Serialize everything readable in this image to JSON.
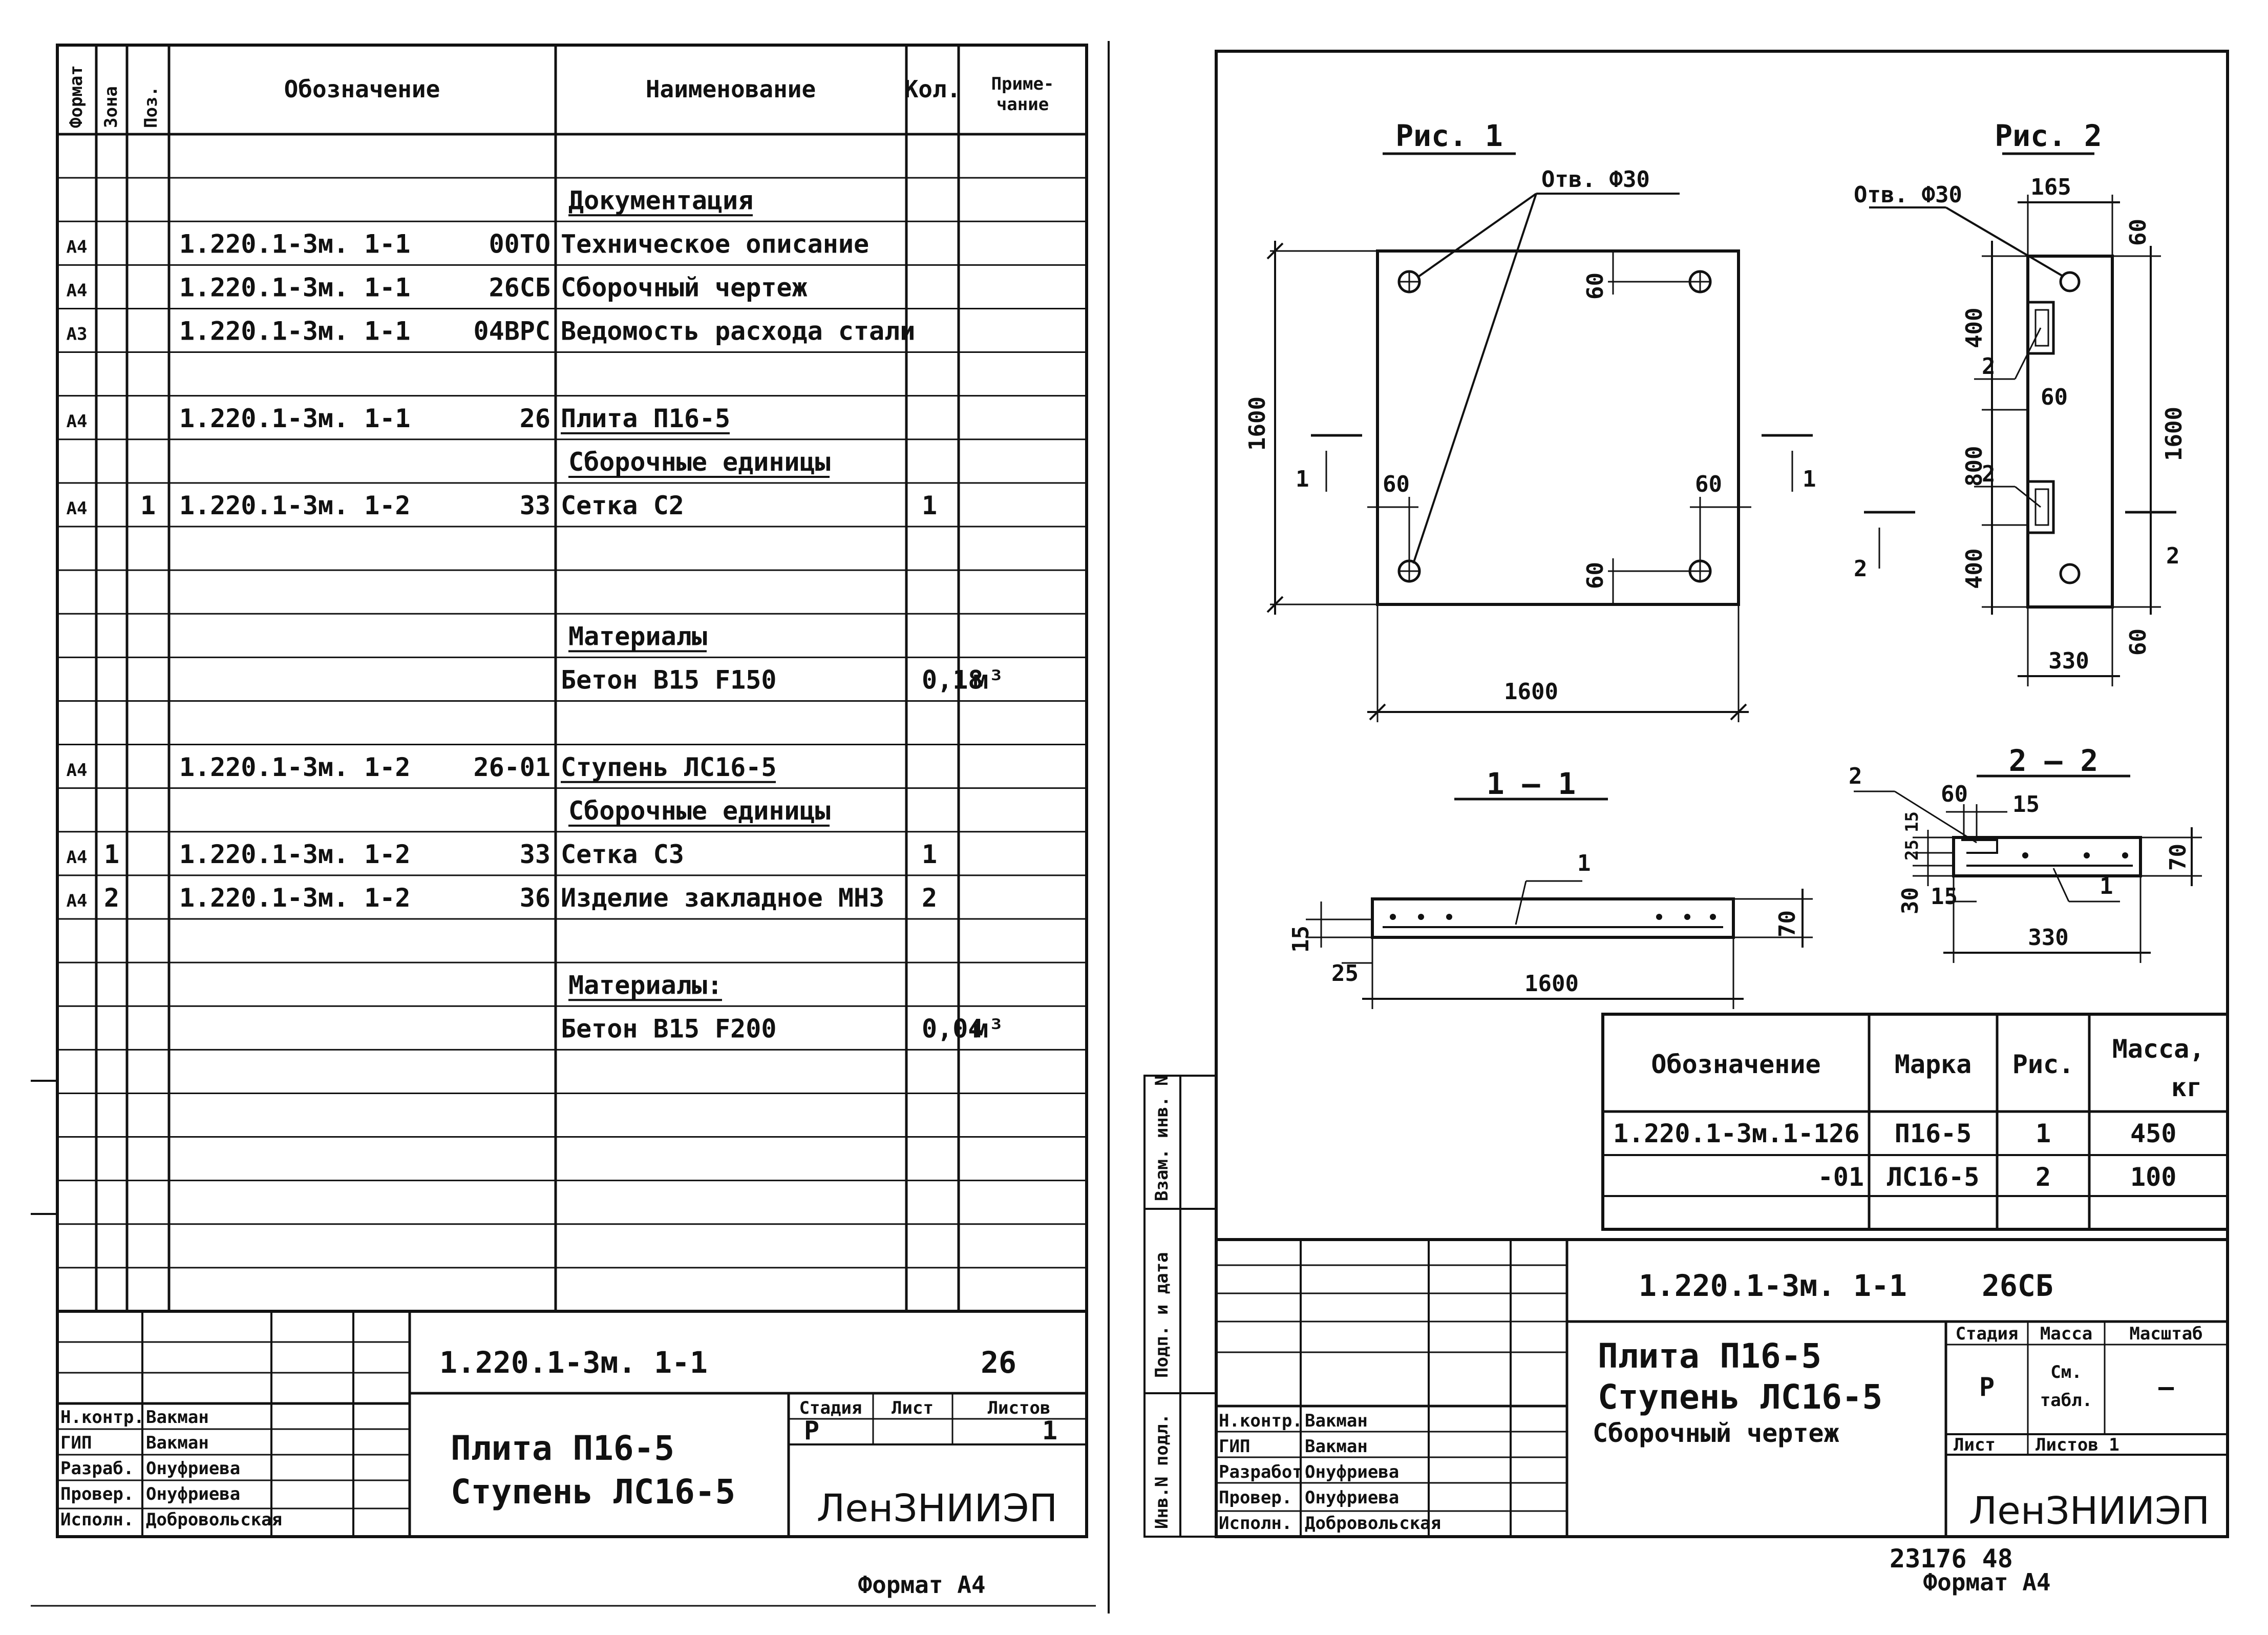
{
  "left_sheet": {
    "spec_headers": {
      "format": "Формат",
      "zone": "Зона",
      "pos": "Поз.",
      "designation": "Обозначение",
      "name": "Наименование",
      "qty": "Кол.",
      "note": "Приме-чание",
      "note_l1": "Приме-",
      "note_l2": "чание"
    },
    "spec_rows": [
      {
        "format": "",
        "zone": "",
        "pos": "",
        "designation": "",
        "code": "",
        "name": "",
        "qty": "",
        "note": ""
      },
      {
        "format": "",
        "zone": "",
        "pos": "",
        "designation": "",
        "code": "",
        "name": "Документация",
        "qty": "",
        "note": ""
      },
      {
        "format": "А4",
        "zone": "",
        "pos": "",
        "designation": "1.220.1-3м. 1-1",
        "code": "00ТО",
        "name": "Техническое описание",
        "qty": "",
        "note": ""
      },
      {
        "format": "А4",
        "zone": "",
        "pos": "",
        "designation": "1.220.1-3м. 1-1",
        "code": "26СБ",
        "name": "Сборочный чертеж",
        "qty": "",
        "note": ""
      },
      {
        "format": "А3",
        "zone": "",
        "pos": "",
        "designation": "1.220.1-3м. 1-1",
        "code": "04ВРС",
        "name": "Ведомость расхода стали",
        "qty": "",
        "note": ""
      },
      {
        "format": "",
        "zone": "",
        "pos": "",
        "designation": "",
        "code": "",
        "name": "",
        "qty": "",
        "note": ""
      },
      {
        "format": "А4",
        "zone": "",
        "pos": "",
        "designation": "1.220.1-3м. 1-1",
        "code": "26",
        "name": "Плита П16-5",
        "qty": "",
        "note": ""
      },
      {
        "format": "",
        "zone": "",
        "pos": "",
        "designation": "",
        "code": "",
        "name": "Сборочные единицы",
        "qty": "",
        "note": ""
      },
      {
        "format": "А4",
        "zone": "",
        "pos": "1",
        "designation": "1.220.1-3м. 1-2",
        "code": "33",
        "name": "Сетка С2",
        "qty": "1",
        "note": ""
      },
      {
        "format": "",
        "zone": "",
        "pos": "",
        "designation": "",
        "code": "",
        "name": "",
        "qty": "",
        "note": ""
      },
      {
        "format": "",
        "zone": "",
        "pos": "",
        "designation": "",
        "code": "",
        "name": "",
        "qty": "",
        "note": ""
      },
      {
        "format": "",
        "zone": "",
        "pos": "",
        "designation": "",
        "code": "",
        "name": "Материалы",
        "qty": "",
        "note": ""
      },
      {
        "format": "",
        "zone": "",
        "pos": "",
        "designation": "",
        "code": "",
        "name": "Бетон В15 F150",
        "qty": "0,18",
        "note": "м³"
      },
      {
        "format": "",
        "zone": "",
        "pos": "",
        "designation": "",
        "code": "",
        "name": "",
        "qty": "",
        "note": ""
      },
      {
        "format": "А4",
        "zone": "",
        "pos": "",
        "designation": "1.220.1-3м. 1-2",
        "code": "26-01",
        "name": "Ступень ЛС16-5",
        "qty": "",
        "note": ""
      },
      {
        "format": "",
        "zone": "",
        "pos": "",
        "designation": "",
        "code": "",
        "name": "Сборочные единицы",
        "qty": "",
        "note": ""
      },
      {
        "format": "А4",
        "zone": "1",
        "pos": "",
        "designation": "1.220.1-3м. 1-2",
        "code": "33",
        "name": "Сетка С3",
        "qty": "1",
        "note": ""
      },
      {
        "format": "А4",
        "zone": "2",
        "pos": "",
        "designation": "1.220.1-3м. 1-2",
        "code": "36",
        "name": "Изделие закладное МН3",
        "qty": "2",
        "note": ""
      },
      {
        "format": "",
        "zone": "",
        "pos": "",
        "designation": "",
        "code": "",
        "name": "",
        "qty": "",
        "note": ""
      },
      {
        "format": "",
        "zone": "",
        "pos": "",
        "designation": "",
        "code": "",
        "name": "Материалы:",
        "qty": "",
        "note": ""
      },
      {
        "format": "",
        "zone": "",
        "pos": "",
        "designation": "",
        "code": "",
        "name": "Бетон В15 F200",
        "qty": "0,04",
        "note": "м³"
      },
      {
        "format": "",
        "zone": "",
        "pos": "",
        "designation": "",
        "code": "",
        "name": "",
        "qty": "",
        "note": ""
      },
      {
        "format": "",
        "zone": "",
        "pos": "",
        "designation": "",
        "code": "",
        "name": "",
        "qty": "",
        "note": ""
      },
      {
        "format": "",
        "zone": "",
        "pos": "",
        "designation": "",
        "code": "",
        "name": "",
        "qty": "",
        "note": ""
      },
      {
        "format": "",
        "zone": "",
        "pos": "",
        "designation": "",
        "code": "",
        "name": "",
        "qty": "",
        "note": ""
      },
      {
        "format": "",
        "zone": "",
        "pos": "",
        "designation": "",
        "code": "",
        "name": "",
        "qty": "",
        "note": ""
      },
      {
        "format": "",
        "zone": "",
        "pos": "",
        "designation": "",
        "code": "",
        "name": "",
        "qty": "",
        "note": ""
      }
    ],
    "title_block": {
      "doc_number": "1.220.1-3м. 1-1",
      "doc_suffix": "26",
      "title_line1": "Плита П16-5",
      "title_line2": "Ступень ЛС16-5",
      "stage_label": "Стадия",
      "sheet_label": "Лист",
      "sheets_label": "Листов",
      "stage_value": "Р",
      "sheet_value": "",
      "sheets_value": "1",
      "organization": "ЛенЗНИИЭП",
      "signatures": [
        {
          "role": "Н.контр.",
          "name": "Вакман"
        },
        {
          "role": "ГИП",
          "name": "Вакман"
        },
        {
          "role": "Разраб.",
          "name": "Онуфриева"
        },
        {
          "role": "Провер.",
          "name": "Онуфриева"
        },
        {
          "role": "Исполн.",
          "name": "Добровольская"
        }
      ]
    },
    "format_label": "Формат А4"
  },
  "right_sheet": {
    "fig1": {
      "label": "Рис. 1",
      "hole_label": "Отв. Ф30",
      "dim_1600_left": "1600",
      "dim_1600_bottom": "1600",
      "dim_60_tl": "60",
      "dim_60_bl": "60",
      "dim_60_left": "60",
      "dim_60_right": "60",
      "cut_label_left": "1",
      "cut_label_right": "1"
    },
    "fig2": {
      "label": "Рис. 2",
      "hole_label": "Отв. Ф30",
      "dim_165": "165",
      "dim_60_top": "60",
      "dim_400_top": "400",
      "dim_800": "800",
      "dim_400_bottom": "400",
      "dim_1600_right": "1600",
      "dim_60_mid": "60",
      "dim_60_bottom": "60",
      "dim_330": "330",
      "leader_2a": "2",
      "leader_2b": "2",
      "cut_label_left": "2",
      "cut_label_right": "2"
    },
    "section1": {
      "label": "1 — 1",
      "leader": "1",
      "dim_15": "15",
      "dim_25": "25",
      "dim_70": "70",
      "dim_1600": "1600"
    },
    "section2": {
      "label": "2 — 2",
      "leader_2": "2",
      "leader_1": "1",
      "dim_60": "60",
      "dim_15_top": "15",
      "dim_15_left": "15",
      "dim_25": "25",
      "dim_30": "30",
      "dim_15_bottom": "15",
      "dim_70": "70",
      "dim_330": "330"
    },
    "mass_table": {
      "headers": {
        "designation": "Обозначение",
        "mark": "Марка",
        "fig": "Рис.",
        "mass_l1": "Масса,",
        "mass_l2": "кг"
      },
      "rows": [
        {
          "designation": "1.220.1-3м.1-126",
          "mark": "П16-5",
          "fig": "1",
          "mass": "450"
        },
        {
          "designation": "-01",
          "mark": "ЛС16-5",
          "fig": "2",
          "mass": "100"
        }
      ]
    },
    "title_block": {
      "doc_number": "1.220.1-3м. 1-1",
      "doc_suffix": "26СБ",
      "title_line1": "Плита П16-5",
      "title_line2": "Ступень ЛС16-5",
      "title_line3": "Сборочный чертеж",
      "stage_label": "Стадия",
      "mass_label": "Масса",
      "scale_label": "Масштаб",
      "stage_value": "Р",
      "mass_value_l1": "См.",
      "mass_value_l2": "табл.",
      "scale_value": "—",
      "sheet_label": "Лист",
      "sheets_label": "Листов 1",
      "organization": "ЛенЗНИИЭП",
      "signatures": [
        {
          "role": "Н.контр.",
          "name": "Вакман"
        },
        {
          "role": "ГИП",
          "name": "Вакман"
        },
        {
          "role": "Разработ.",
          "name": "Онуфриева"
        },
        {
          "role": "Провер.",
          "name": "Онуфриева"
        },
        {
          "role": "Исполн.",
          "name": "Добровольская"
        }
      ]
    },
    "side_stamp": {
      "inv_orig": "Инв.N подл.",
      "sign_date": "Подп. и дата",
      "vzam_inv": "Взам. инв. N"
    },
    "archive_number": "23176 48",
    "format_label": "Формат А4"
  }
}
